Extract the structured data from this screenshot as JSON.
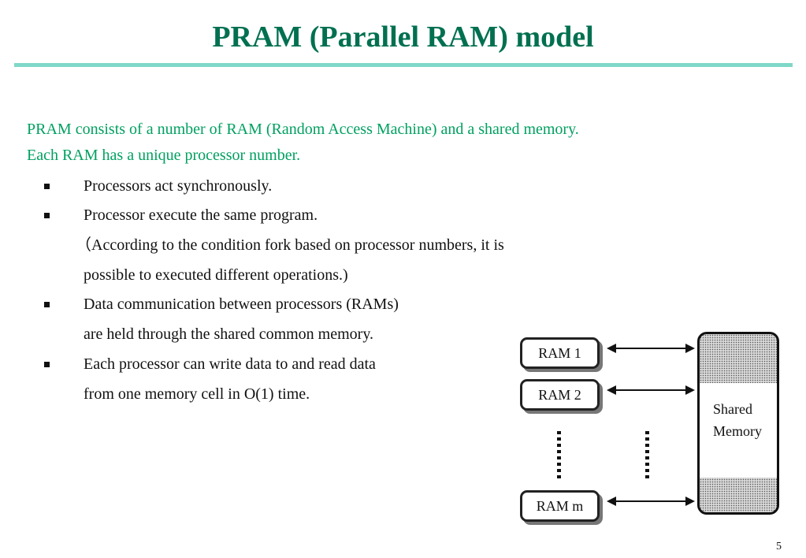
{
  "slide": {
    "title": "PRAM (Parallel RAM) model",
    "intro": [
      "PRAM consists of  a number of RAM (Random Access Machine)  and a shared memory.",
      "Each RAM has a unique processor number."
    ],
    "bullets": [
      {
        "lines": [
          "Processors act synchronously."
        ]
      },
      {
        "lines": [
          "Processor execute the same program."
        ]
      },
      {
        "lines": [
          "（According to the condition fork based on processor numbers, it is",
          "possible to executed different operations.)"
        ]
      },
      {
        "lines": [
          "Data communication between processors (RAMs)",
          "are held through the shared common memory."
        ]
      },
      {
        "lines": [
          "Each processor can write data to and read data",
          "from one memory cell in O(1) time."
        ]
      }
    ],
    "page_number": "5"
  },
  "diagram": {
    "rams": [
      "RAM 1",
      "RAM 2",
      "RAM m"
    ],
    "shared_memory_label": [
      "Shared",
      "Memory"
    ]
  },
  "colors": {
    "title": "#007050",
    "title_rule": "#7fd8c8",
    "intro_text": "#00a060"
  }
}
